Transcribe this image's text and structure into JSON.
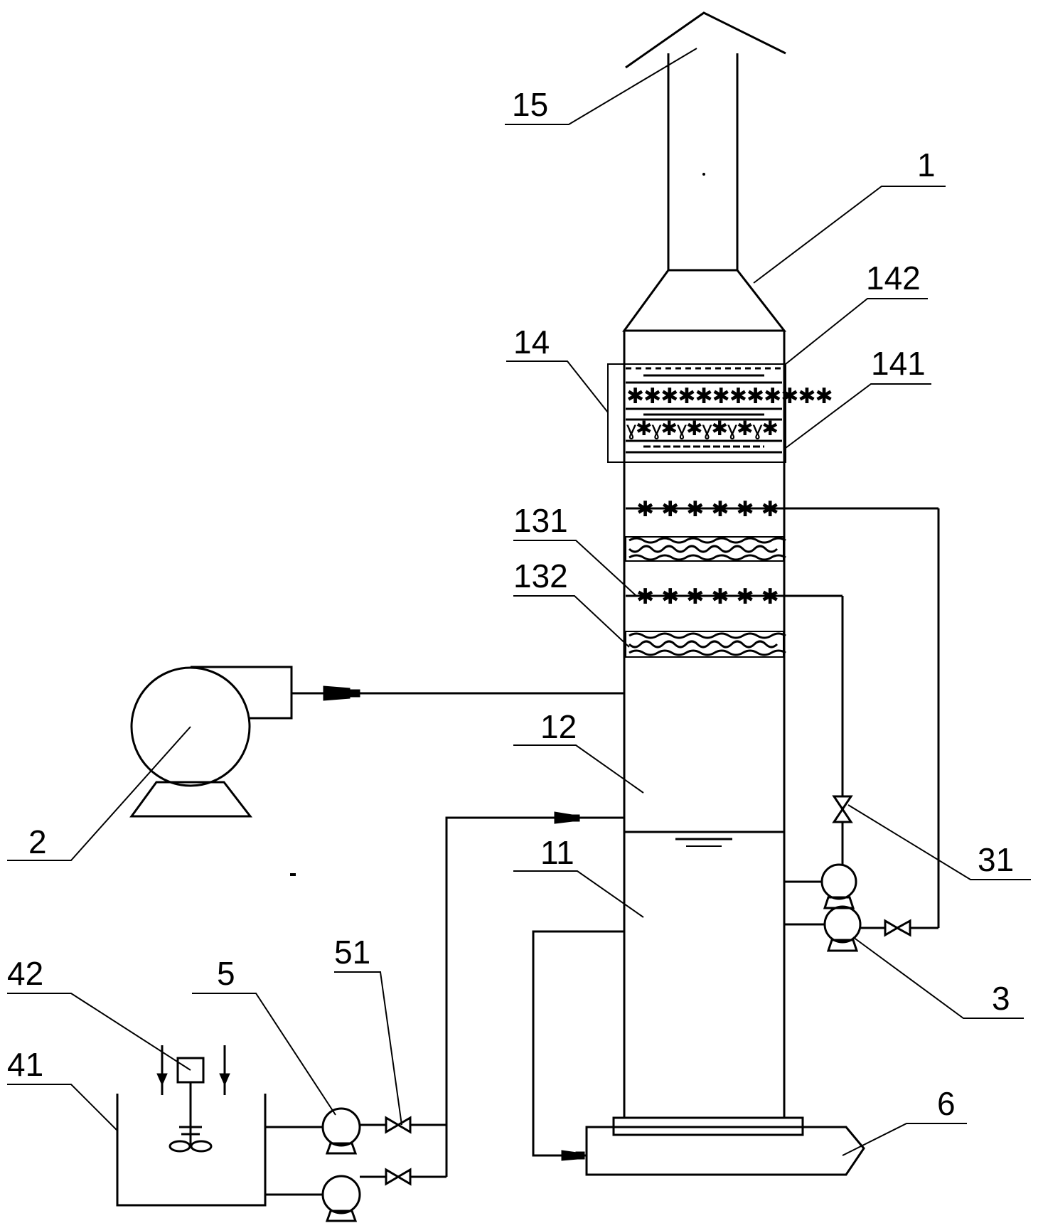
{
  "labels": {
    "l15": "15",
    "l1": "1",
    "l142": "142",
    "l14": "14",
    "l141": "141",
    "l131": "131",
    "l132": "132",
    "l12": "12",
    "l11": "11",
    "l2": "2",
    "l31": "31",
    "l3": "3",
    "l51": "51",
    "l42": "42",
    "l5": "5",
    "l41": "41",
    "l6": "6"
  },
  "colors": {
    "line": "#000000",
    "background": "#ffffff"
  }
}
